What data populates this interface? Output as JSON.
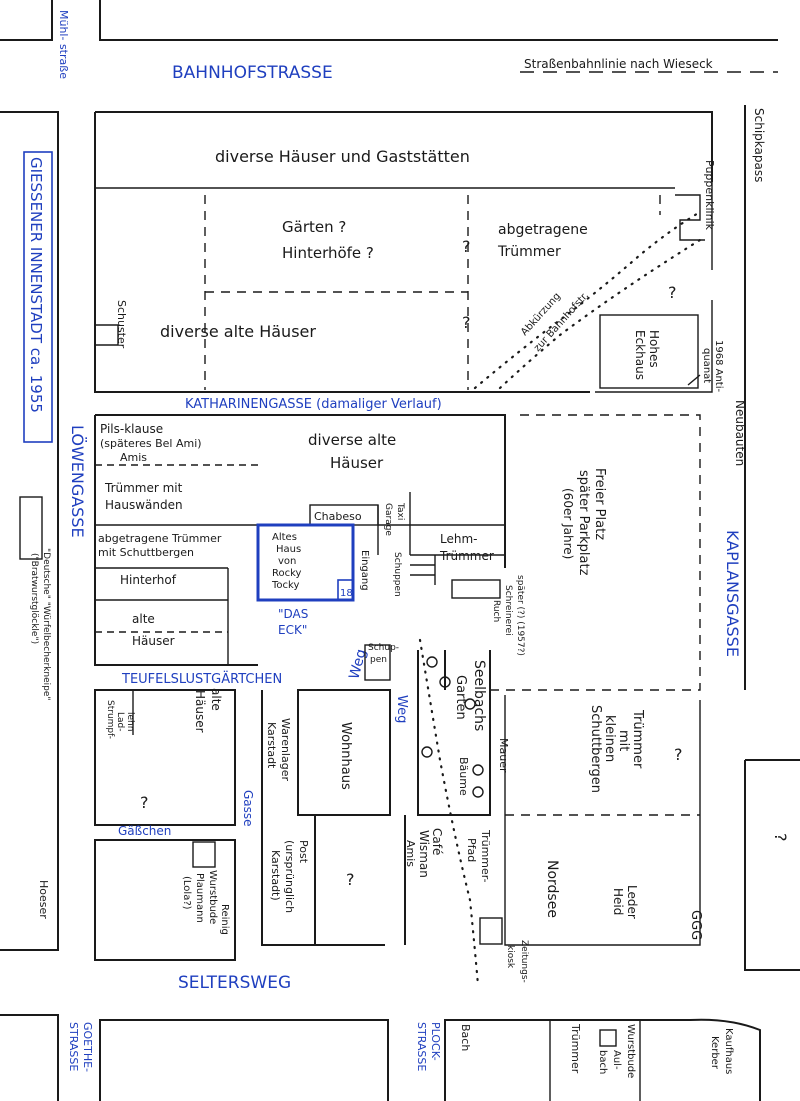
{
  "streets": {
    "muehlstrasse": "Mühl-\nstraße",
    "bahnhofstrasse": "BAHNHOFSTRASSE",
    "strassenbahn": "Straßenbahnlinie\nnach Wieseck",
    "schipkapass": "Schipkapass",
    "katharinengasse": "KATHARINENGASSE (damaliger Verlauf)",
    "loewengasse": "LÖWENGASSE",
    "kaplansgasse": "KAPLANSGASSE",
    "neubauten": "Neubauten",
    "teufelslustgaertchen": "TEUFELSLUSTGÄRTCHEN",
    "gaesschen": "Gäßchen",
    "gasse": "Gasse",
    "weg": "Weg",
    "seltersweg": "SELTERSWEG",
    "goethestrasse": "GOETHE-\nSTRASSE",
    "plockstrasse": "PLOCK-\nSTRASSE"
  },
  "title": "GIESSENER INNENSTADT ca. 1955",
  "labels": {
    "diverse_haeuser_gast": "diverse Häuser und Gaststätten",
    "gaerten_hinterhoefe": "Gärten ?\nHinterhöfe ?",
    "abgetragene_truemmer_top": "abgetragene\nTrümmer",
    "puppenklinik": "Puppenklinik",
    "q_mark": "?",
    "schuster": "Schuster",
    "diverse_alte_haeuser_top": "diverse alte Häuser",
    "abkuerzung": "Abkürzung\nzur Bahnhofstr.",
    "hohes_eckhaus": "Hohes\nEckhaus",
    "quanat": "1968 Anti-\nquanat",
    "pilsklause": "Pils-klause\n(späteres Bel Ami)\nAmis",
    "diverse_alte_haeuser_mid": "diverse alte\nHäuser",
    "truemmer_hauswaende": "Trümmer mit\nHauswänden",
    "abgetragene_schutt": "abgetragene Trümmer\nmit Schuttbergen",
    "chabeso": "Chabeso",
    "taxi_garage": "Taxi\nGarage",
    "lehm_truemmer": "Lehm-\nTrümmer",
    "altes_haus": "Altes\nHaus\nvon\nRocky\nTocky",
    "house_number": "18",
    "eingang": "Eingang",
    "schuppen": "Schuppen",
    "das_eck": "\"DAS\nECK\"",
    "hinterhof": "Hinterhof",
    "alte_haeuser_left": "alte\nHäuser",
    "freier_platz": "Freier Platz\nspäter Parkplatz\n(60er Jahre)",
    "schreinerei": "später (?) (1957?)\nSchreinerei\nRuch",
    "schuppen2": "Schup-\npen",
    "seelbachs_garten": "Seelbachs\nGarten",
    "mauer": "Mauer",
    "baeume": "Bäume",
    "truemmer_schuttbergen": "Trümmer\nmit\nkleinen\nSchuttbergen",
    "strumpf_laden": "Strumpf-\nLad-\nlehn",
    "alte_haeuser_lower": "alte\nHäuser",
    "karstadt_warenlager": "Karstadt\nWarenlager",
    "wohnhaus": "Wohnhaus",
    "post": "Post\n(ursprünglich\nKarstadt)",
    "cafe_wisman": "Café\nWisman\nAmis",
    "truemmer_pfad": "Trümmer-\nPfad",
    "nordsee": "Nordsee",
    "leder_heid": "Leder\nHeid",
    "ggg": "GGG",
    "wurstbude_plaumann": "Wurstbude\nPlaumann\n(Lola?)",
    "reinig": "Reinig",
    "zeitungskiosk": "Zeitungs-\nkiosk",
    "hoeser": "Hoeser",
    "deutsche_wuerfelbecher": "\"Deutsche\" \"Würfelbecherkneipe\"\n(\"Bratwurstglöckle\")",
    "bach": "Bach",
    "truemmer_bottom": "Trümmer",
    "wurstbude_bottom": "Wurstbude\nAul-\nbach",
    "kaufhaus_kerber": "Kaufhaus\nKerber"
  }
}
